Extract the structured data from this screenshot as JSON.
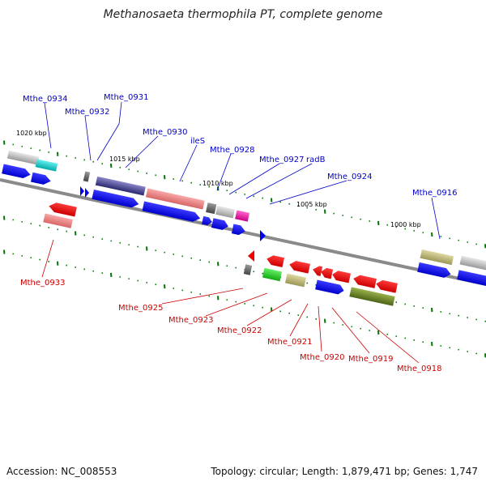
{
  "title": "Methanosaeta thermophila PT, complete genome",
  "footer": {
    "accession": "Accession: NC_008553",
    "summary": "Topology: circular; Length: 1,879,471 bp; Genes: 1,747"
  },
  "scale_labels": [
    "1020 kbp",
    "1015 kbp",
    "1010 kbp",
    "1005 kbp",
    "1000 kbp"
  ],
  "forward_labels": [
    "Mthe_0934",
    "Mthe_0932",
    "Mthe_0931",
    "Mthe_0930",
    "ileS",
    "Mthe_0928",
    "Mthe_0927",
    "radB",
    "Mthe_0924",
    "Mthe_0916"
  ],
  "reverse_labels": [
    "Mthe_0933",
    "Mthe_0925",
    "Mthe_0923",
    "Mthe_0922",
    "Mthe_0921",
    "Mthe_0920",
    "Mthe_0919",
    "Mthe_0918"
  ],
  "colors": {
    "forward": "#0000ee",
    "reverse": "#ee0000",
    "backbone": "#808080",
    "label_forward": "#0000cc",
    "label_reverse": "#cc0000",
    "tick": "#007700"
  }
}
